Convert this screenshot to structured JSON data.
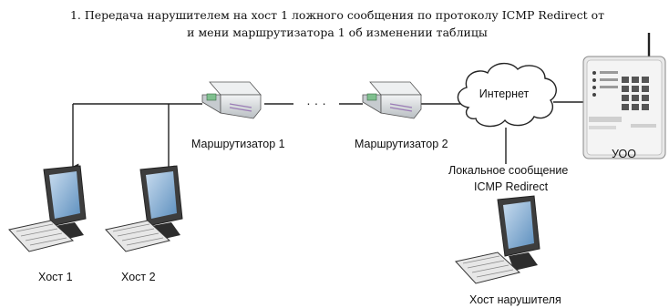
{
  "caption": {
    "line1": "1. Передача нарушителем на хост 1 ложного сообщения по протоколу ICMP Redirect от",
    "line2": "и мени маршрутизатора 1 об изменении таблицы"
  },
  "nodes": {
    "router1": "Маршрутизатор 1",
    "router2": "Маршрутизатор 2",
    "internet": "Интернет",
    "device": "УОО",
    "host1": "Хост 1",
    "host2": "Хост 2",
    "attacker": "Хост нарушителя"
  },
  "links": {
    "ellipsis": "· · ·",
    "redirect_line1": "Локальное сообщение",
    "redirect_line2": "ICMP Redirect"
  },
  "icons": {
    "router": "router-icon",
    "cloud": "cloud-icon",
    "device": "security-panel-icon",
    "computer": "desktop-computer-icon"
  },
  "colors": {
    "line": "#222222",
    "router_body": "#d9dde0",
    "screen": "#7aa3c7",
    "panel": "#e8e8e8"
  }
}
